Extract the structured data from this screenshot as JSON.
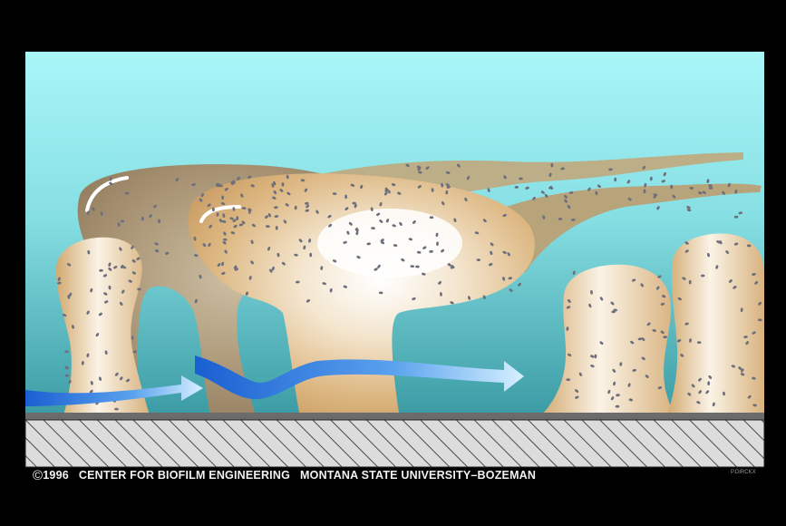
{
  "caption": {
    "copyright_symbol": "©",
    "year": "1996",
    "organization": "CENTER FOR BIOFILM ENGINEERING",
    "institution": "MONTANA STATE UNIVERSITY–BOZEMAN"
  },
  "artist_signature": "P.DIRCKX",
  "colors": {
    "background": "#000000",
    "water_top": "#a8f4f6",
    "water_bottom": "#3c9fa7",
    "biofilm": "#d8b27e",
    "streamer": "#b9a77c",
    "flow_arrow": "#1d6ad6",
    "substratum_hatch": "#555555"
  }
}
